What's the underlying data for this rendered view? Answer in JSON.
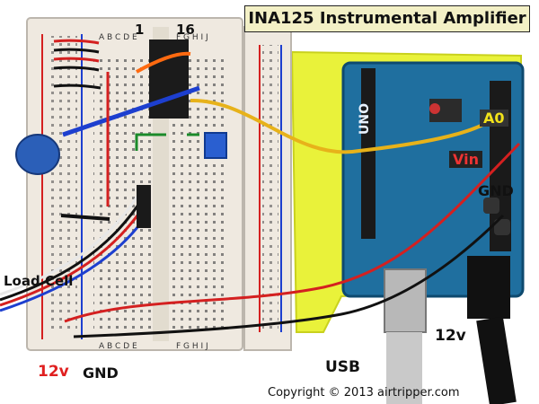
{
  "title": "INA125 Instrumental Amplifier",
  "labels": {
    "pin1": "1",
    "pin16": "16",
    "a0": "A0",
    "vin": "Vin",
    "gnd_arduino": "GND",
    "load_cell": "Load Cell",
    "v12_left": "12v",
    "gnd_left": "GND",
    "usb": "USB",
    "v12_right": "12v"
  },
  "breadboard_letters_top": "A B C D E",
  "breadboard_letters_top2": "F G H I J",
  "breadboard_letters_bottom": "A B C D E",
  "breadboard_letters_bottom2": "F G H I J",
  "arduino_board_text": "UNO",
  "copyright": "Copyright © 2013 airtripper.com",
  "colors": {
    "breadboard": "#efe9e0",
    "arduino": "#1f6f9f",
    "holder": "#e9f23a",
    "wire_red": "#d42020",
    "wire_black": "#111111",
    "wire_blue": "#1d3fcf",
    "wire_yellow": "#e7b21a",
    "wire_orange": "#ff6a10",
    "wire_green": "#1b8a2a"
  }
}
